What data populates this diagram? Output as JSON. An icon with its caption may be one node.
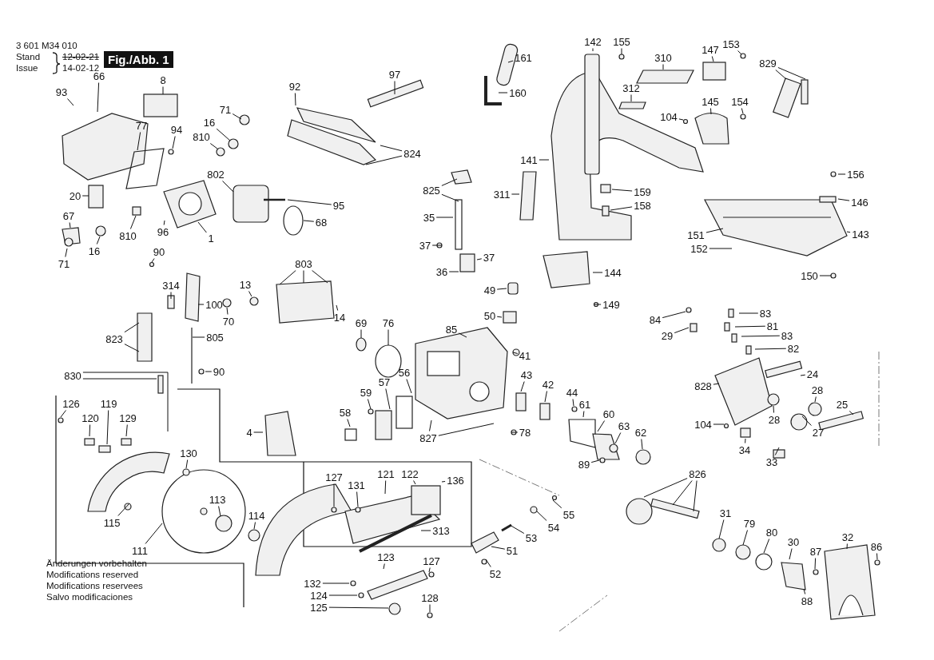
{
  "diagram": {
    "nodes": [
      {
        "text": [
          "8"
        ]
      },
      {
        "text": [
          "93"
        ]
      },
      {
        "text": [
          "66"
        ]
      },
      {
        "text": [
          "77"
        ]
      },
      {
        "text": [
          "94"
        ]
      },
      {
        "text": [
          "810"
        ]
      },
      {
        "text": [
          "16"
        ]
      },
      {
        "text": [
          "71"
        ]
      },
      {
        "text": [
          "802"
        ]
      },
      {
        "text": [
          "20"
        ]
      },
      {
        "text": [
          "95"
        ]
      },
      {
        "text": [
          "67"
        ]
      },
      {
        "text": [
          "96"
        ]
      },
      {
        "text": [
          "1"
        ]
      },
      {
        "text": [
          "68"
        ]
      },
      {
        "text": [
          "810"
        ]
      },
      {
        "text": [
          "16"
        ]
      },
      {
        "text": [
          "71"
        ]
      },
      {
        "text": [
          "92"
        ]
      },
      {
        "text": [
          "97"
        ]
      },
      {
        "text": [
          "824"
        ]
      },
      {
        "text": [
          "161"
        ]
      },
      {
        "text": [
          "160"
        ]
      },
      {
        "text": [
          "825"
        ]
      },
      {
        "text": [
          "35"
        ]
      },
      {
        "text": [
          "37"
        ]
      },
      {
        "text": [
          "36"
        ]
      },
      {
        "text": [
          "37"
        ]
      },
      {
        "text": [
          "49"
        ]
      },
      {
        "text": [
          "50"
        ]
      },
      {
        "text": [
          "85"
        ]
      },
      {
        "text": [
          "41"
        ]
      },
      {
        "text": [
          "142"
        ]
      },
      {
        "text": [
          "155"
        ]
      },
      {
        "text": [
          "310"
        ]
      },
      {
        "text": [
          "147"
        ]
      },
      {
        "text": [
          "153"
        ]
      },
      {
        "text": [
          "829"
        ]
      },
      {
        "text": [
          "312"
        ]
      },
      {
        "text": [
          "104"
        ]
      },
      {
        "text": [
          "145"
        ]
      },
      {
        "text": [
          "154"
        ]
      },
      {
        "text": [
          "141"
        ]
      },
      {
        "text": [
          "311"
        ]
      },
      {
        "text": [
          "159"
        ]
      },
      {
        "text": [
          "158"
        ]
      },
      {
        "text": [
          "156"
        ]
      },
      {
        "text": [
          "146"
        ]
      },
      {
        "text": [
          "143"
        ]
      },
      {
        "text": [
          "151"
        ]
      },
      {
        "text": [
          "152"
        ]
      },
      {
        "text": [
          "150"
        ]
      },
      {
        "text": [
          "144"
        ]
      },
      {
        "text": [
          "149"
        ]
      },
      {
        "text": [
          "90"
        ]
      },
      {
        "text": [
          "314"
        ]
      },
      {
        "text": [
          "100"
        ]
      },
      {
        "text": [
          "803"
        ]
      },
      {
        "text": [
          "13"
        ]
      },
      {
        "text": [
          "70"
        ]
      },
      {
        "text": [
          "14"
        ]
      },
      {
        "text": [
          "69"
        ]
      },
      {
        "text": [
          "76"
        ]
      },
      {
        "text": [
          "823"
        ]
      },
      {
        "text": [
          "805"
        ]
      },
      {
        "text": [
          "90"
        ]
      },
      {
        "text": [
          "84"
        ]
      },
      {
        "text": [
          "29"
        ]
      },
      {
        "text": [
          "83"
        ]
      },
      {
        "text": [
          "81"
        ]
      },
      {
        "text": [
          "83"
        ]
      },
      {
        "text": [
          "82"
        ]
      },
      {
        "text": [
          "24"
        ]
      },
      {
        "text": [
          "828"
        ]
      },
      {
        "text": [
          "28"
        ]
      },
      {
        "text": [
          "28"
        ]
      },
      {
        "text": [
          "104"
        ]
      },
      {
        "text": [
          "27"
        ]
      },
      {
        "text": [
          "25"
        ]
      },
      {
        "text": [
          "34"
        ]
      },
      {
        "text": [
          "33"
        ]
      },
      {
        "text": [
          "43"
        ]
      },
      {
        "text": [
          "42"
        ]
      },
      {
        "text": [
          "44"
        ]
      },
      {
        "text": [
          "56"
        ]
      },
      {
        "text": [
          "57"
        ]
      },
      {
        "text": [
          "59"
        ]
      },
      {
        "text": [
          "58"
        ]
      },
      {
        "text": [
          "4"
        ]
      },
      {
        "text": [
          "827"
        ]
      },
      {
        "text": [
          "78"
        ]
      },
      {
        "text": [
          "61"
        ]
      },
      {
        "text": [
          "60"
        ]
      },
      {
        "text": [
          "63"
        ]
      },
      {
        "text": [
          "62"
        ]
      },
      {
        "text": [
          "89"
        ]
      },
      {
        "text": [
          "830"
        ]
      },
      {
        "text": [
          "126"
        ]
      },
      {
        "text": [
          "119"
        ]
      },
      {
        "text": [
          "120"
        ]
      },
      {
        "text": [
          "129"
        ]
      },
      {
        "text": [
          "130"
        ]
      },
      {
        "text": [
          "115"
        ]
      },
      {
        "text": [
          "111"
        ]
      },
      {
        "text": [
          "113"
        ]
      },
      {
        "text": [
          "114"
        ]
      },
      {
        "text": [
          "127"
        ]
      },
      {
        "text": [
          "131"
        ]
      },
      {
        "text": [
          "121"
        ]
      },
      {
        "text": [
          "122"
        ]
      },
      {
        "text": [
          "136"
        ]
      },
      {
        "text": [
          "313"
        ]
      },
      {
        "text": [
          "123"
        ]
      },
      {
        "text": [
          "127"
        ]
      },
      {
        "text": [
          "132"
        ]
      },
      {
        "text": [
          "124"
        ]
      },
      {
        "text": [
          "125"
        ]
      },
      {
        "text": [
          "128"
        ]
      },
      {
        "text": [
          "55"
        ]
      },
      {
        "text": [
          "54"
        ]
      },
      {
        "text": [
          "53"
        ]
      },
      {
        "text": [
          "51"
        ]
      },
      {
        "text": [
          "52"
        ]
      },
      {
        "text": [
          "826"
        ]
      },
      {
        "text": [
          "31"
        ]
      },
      {
        "text": [
          "79"
        ]
      },
      {
        "text": [
          "80"
        ]
      },
      {
        "text": [
          "30"
        ]
      },
      {
        "text": [
          "87"
        ]
      },
      {
        "text": [
          "32"
        ]
      },
      {
        "text": [
          "86"
        ]
      },
      {
        "text": [
          "88"
        ]
      }
    ],
    "edges": [
      {
        "from": 0,
        "to": null,
        "arrow": "none"
      },
      {
        "from": 1,
        "to": null,
        "arrow": "none"
      },
      {
        "from": 2,
        "to": null,
        "arrow": "none"
      },
      {
        "from": 3,
        "to": null,
        "arrow": "none"
      },
      {
        "from": 4,
        "to": null,
        "arrow": "none"
      },
      {
        "from": 5,
        "to": null,
        "arrow": "none"
      },
      {
        "from": 6,
        "to": null,
        "arrow": "none"
      },
      {
        "from": 7,
        "to": null,
        "arrow": "none"
      },
      {
        "from": 8,
        "to": null,
        "arrow": "none"
      },
      {
        "from": 9,
        "to": null,
        "arrow": "none"
      },
      {
        "from": 10,
        "to": null,
        "arrow": "none"
      },
      {
        "from": 11,
        "to": null,
        "arrow": "none"
      },
      {
        "from": 12,
        "to": null,
        "arrow": "none"
      },
      {
        "from": 13,
        "to": null,
        "arrow": "none"
      },
      {
        "from": 14,
        "to": null,
        "arrow": "none"
      },
      {
        "from": 15,
        "to": null,
        "arrow": "none"
      },
      {
        "from": 16,
        "to": null,
        "arrow": "none"
      },
      {
        "from": 17,
        "to": null,
        "arrow": "none"
      },
      {
        "from": 18,
        "to": null,
        "arrow": "none"
      },
      {
        "from": 19,
        "to": null,
        "arrow": "none"
      },
      {
        "from": 20,
        "to": null,
        "arrow": "none"
      },
      {
        "from": 20,
        "to": null,
        "arrow": "none"
      },
      {
        "from": 21,
        "to": null,
        "arrow": "none"
      },
      {
        "from": 22,
        "to": null,
        "arrow": "none"
      },
      {
        "from": 23,
        "to": null,
        "arrow": "none"
      },
      {
        "from": 23,
        "to": null,
        "arrow": "none"
      },
      {
        "from": 24,
        "to": null,
        "arrow": "none"
      },
      {
        "from": 25,
        "to": null,
        "arrow": "none"
      },
      {
        "from": 26,
        "to": null,
        "arrow": "none"
      },
      {
        "from": 27,
        "to": null,
        "arrow": "none"
      },
      {
        "from": 28,
        "to": null,
        "arrow": "none"
      },
      {
        "from": 29,
        "to": null,
        "arrow": "none"
      },
      {
        "from": 30,
        "to": null,
        "arrow": "none"
      },
      {
        "from": 31,
        "to": null,
        "arrow": "none"
      },
      {
        "from": 32,
        "to": null,
        "arrow": "none"
      },
      {
        "from": 33,
        "to": null,
        "arrow": "none"
      },
      {
        "from": 34,
        "to": null,
        "arrow": "none"
      },
      {
        "from": 35,
        "to": null,
        "arrow": "none"
      },
      {
        "from": 36,
        "to": null,
        "arrow": "none"
      },
      {
        "from": 37,
        "to": null,
        "arrow": "none"
      },
      {
        "from": 37,
        "to": null,
        "arrow": "none"
      },
      {
        "from": 38,
        "to": null,
        "arrow": "none"
      },
      {
        "from": 39,
        "to": null,
        "arrow": "none"
      },
      {
        "from": 40,
        "to": null,
        "arrow": "none"
      },
      {
        "from": 41,
        "to": null,
        "arrow": "none"
      },
      {
        "from": 42,
        "to": null,
        "arrow": "none"
      },
      {
        "from": 43,
        "to": null,
        "arrow": "none"
      },
      {
        "from": 44,
        "to": null,
        "arrow": "none"
      },
      {
        "from": 45,
        "to": null,
        "arrow": "none"
      },
      {
        "from": 46,
        "to": null,
        "arrow": "none"
      },
      {
        "from": 47,
        "to": null,
        "arrow": "none"
      },
      {
        "from": 48,
        "to": null,
        "arrow": "none"
      },
      {
        "from": 49,
        "to": null,
        "arrow": "none"
      },
      {
        "from": 50,
        "to": null,
        "arrow": "none"
      },
      {
        "from": 51,
        "to": null,
        "arrow": "none"
      },
      {
        "from": 52,
        "to": null,
        "arrow": "none"
      },
      {
        "from": 53,
        "to": null,
        "arrow": "none"
      },
      {
        "from": 54,
        "to": null,
        "arrow": "none"
      },
      {
        "from": 55,
        "to": null,
        "arrow": "none"
      },
      {
        "from": 56,
        "to": null,
        "arrow": "none"
      },
      {
        "from": 57,
        "to": null,
        "arrow": "none"
      },
      {
        "from": 57,
        "to": null,
        "arrow": "none"
      },
      {
        "from": 57,
        "to": null,
        "arrow": "none"
      },
      {
        "from": 58,
        "to": null,
        "arrow": "none"
      },
      {
        "from": 59,
        "to": null,
        "arrow": "none"
      },
      {
        "from": 60,
        "to": null,
        "arrow": "none"
      },
      {
        "from": 61,
        "to": null,
        "arrow": "none"
      },
      {
        "from": 62,
        "to": null,
        "arrow": "none"
      },
      {
        "from": 63,
        "to": null,
        "arrow": "none"
      },
      {
        "from": 63,
        "to": null,
        "arrow": "none"
      },
      {
        "from": 64,
        "to": null,
        "arrow": "none"
      },
      {
        "from": 65,
        "to": null,
        "arrow": "none"
      },
      {
        "from": 66,
        "to": null,
        "arrow": "none"
      },
      {
        "from": 67,
        "to": null,
        "arrow": "none"
      },
      {
        "from": 68,
        "to": null,
        "arrow": "none"
      },
      {
        "from": 69,
        "to": null,
        "arrow": "none"
      },
      {
        "from": 70,
        "to": null,
        "arrow": "none"
      },
      {
        "from": 71,
        "to": null,
        "arrow": "none"
      },
      {
        "from": 72,
        "to": null,
        "arrow": "none"
      },
      {
        "from": 73,
        "to": null,
        "arrow": "none"
      },
      {
        "from": 74,
        "to": null,
        "arrow": "none"
      },
      {
        "from": 75,
        "to": null,
        "arrow": "none"
      },
      {
        "from": 76,
        "to": null,
        "arrow": "none"
      },
      {
        "from": 77,
        "to": null,
        "arrow": "none"
      },
      {
        "from": 78,
        "to": null,
        "arrow": "none"
      },
      {
        "from": 79,
        "to": null,
        "arrow": "none"
      },
      {
        "from": 80,
        "to": null,
        "arrow": "none"
      },
      {
        "from": 81,
        "to": null,
        "arrow": "none"
      },
      {
        "from": 82,
        "to": null,
        "arrow": "none"
      },
      {
        "from": 83,
        "to": null,
        "arrow": "none"
      },
      {
        "from": 84,
        "to": null,
        "arrow": "none"
      },
      {
        "from": 85,
        "to": null,
        "arrow": "none"
      },
      {
        "from": 86,
        "to": null,
        "arrow": "none"
      },
      {
        "from": 87,
        "to": null,
        "arrow": "none"
      },
      {
        "from": 88,
        "to": null,
        "arrow": "none"
      },
      {
        "from": 89,
        "to": null,
        "arrow": "none"
      },
      {
        "from": 89,
        "to": null,
        "arrow": "none"
      },
      {
        "from": 90,
        "to": null,
        "arrow": "none"
      },
      {
        "from": 91,
        "to": null,
        "arrow": "none"
      },
      {
        "from": 92,
        "to": null,
        "arrow": "none"
      },
      {
        "from": 93,
        "to": null,
        "arrow": "none"
      },
      {
        "from": 94,
        "to": null,
        "arrow": "none"
      },
      {
        "from": 95,
        "to": null,
        "arrow": "none"
      },
      {
        "from": 96,
        "to": null,
        "arrow": "none"
      },
      {
        "from": 96,
        "to": null,
        "arrow": "none"
      },
      {
        "from": 97,
        "to": null,
        "arrow": "none"
      },
      {
        "from": 98,
        "to": null,
        "arrow": "none"
      },
      {
        "from": 99,
        "to": null,
        "arrow": "none"
      },
      {
        "from": 100,
        "to": null,
        "arrow": "none"
      },
      {
        "from": 101,
        "to": null,
        "arrow": "none"
      },
      {
        "from": 102,
        "to": null,
        "arrow": "none"
      },
      {
        "from": 103,
        "to": null,
        "arrow": "none"
      },
      {
        "from": 104,
        "to": null,
        "arrow": "none"
      },
      {
        "from": 105,
        "to": null,
        "arrow": "none"
      },
      {
        "from": 106,
        "to": null,
        "arrow": "none"
      },
      {
        "from": 107,
        "to": null,
        "arrow": "none"
      },
      {
        "from": 108,
        "to": null,
        "arrow": "none"
      },
      {
        "from": 109,
        "to": null,
        "arrow": "none"
      },
      {
        "from": 110,
        "to": null,
        "arrow": "none"
      },
      {
        "from": 111,
        "to": null,
        "arrow": "none"
      },
      {
        "from": 112,
        "to": null,
        "arrow": "none"
      },
      {
        "from": 113,
        "to": null,
        "arrow": "none"
      },
      {
        "from": 114,
        "to": null,
        "arrow": "none"
      },
      {
        "from": 115,
        "to": null,
        "arrow": "none"
      },
      {
        "from": 116,
        "to": null,
        "arrow": "none"
      },
      {
        "from": 117,
        "to": null,
        "arrow": "none"
      },
      {
        "from": 118,
        "to": null,
        "arrow": "none"
      },
      {
        "from": 119,
        "to": null,
        "arrow": "none"
      },
      {
        "from": 120,
        "to": null,
        "arrow": "none"
      },
      {
        "from": 121,
        "to": null,
        "arrow": "none"
      },
      {
        "from": 122,
        "to": null,
        "arrow": "none"
      },
      {
        "from": 123,
        "to": null,
        "arrow": "none"
      },
      {
        "from": 123,
        "to": null,
        "arrow": "none"
      },
      {
        "from": 123,
        "to": null,
        "arrow": "none"
      },
      {
        "from": 124,
        "to": null,
        "arrow": "none"
      },
      {
        "from": 125,
        "to": null,
        "arrow": "none"
      },
      {
        "from": 126,
        "to": null,
        "arrow": "none"
      },
      {
        "from": 127,
        "to": null,
        "arrow": "none"
      },
      {
        "from": 128,
        "to": null,
        "arrow": "none"
      },
      {
        "from": 129,
        "to": null,
        "arrow": "none"
      },
      {
        "from": 130,
        "to": null,
        "arrow": "none"
      },
      {
        "from": 131,
        "to": null,
        "arrow": "none"
      }
    ],
    "labels": [
      "3 601 M34 010",
      "Stand",
      "12-02-21",
      "Issue",
      "14-02-12",
      "Fig./Abb. 1",
      "Änderungen vorbehalten",
      "Modifications reserved",
      "Modifications reservees",
      "Salvo modificaciones"
    ]
  }
}
